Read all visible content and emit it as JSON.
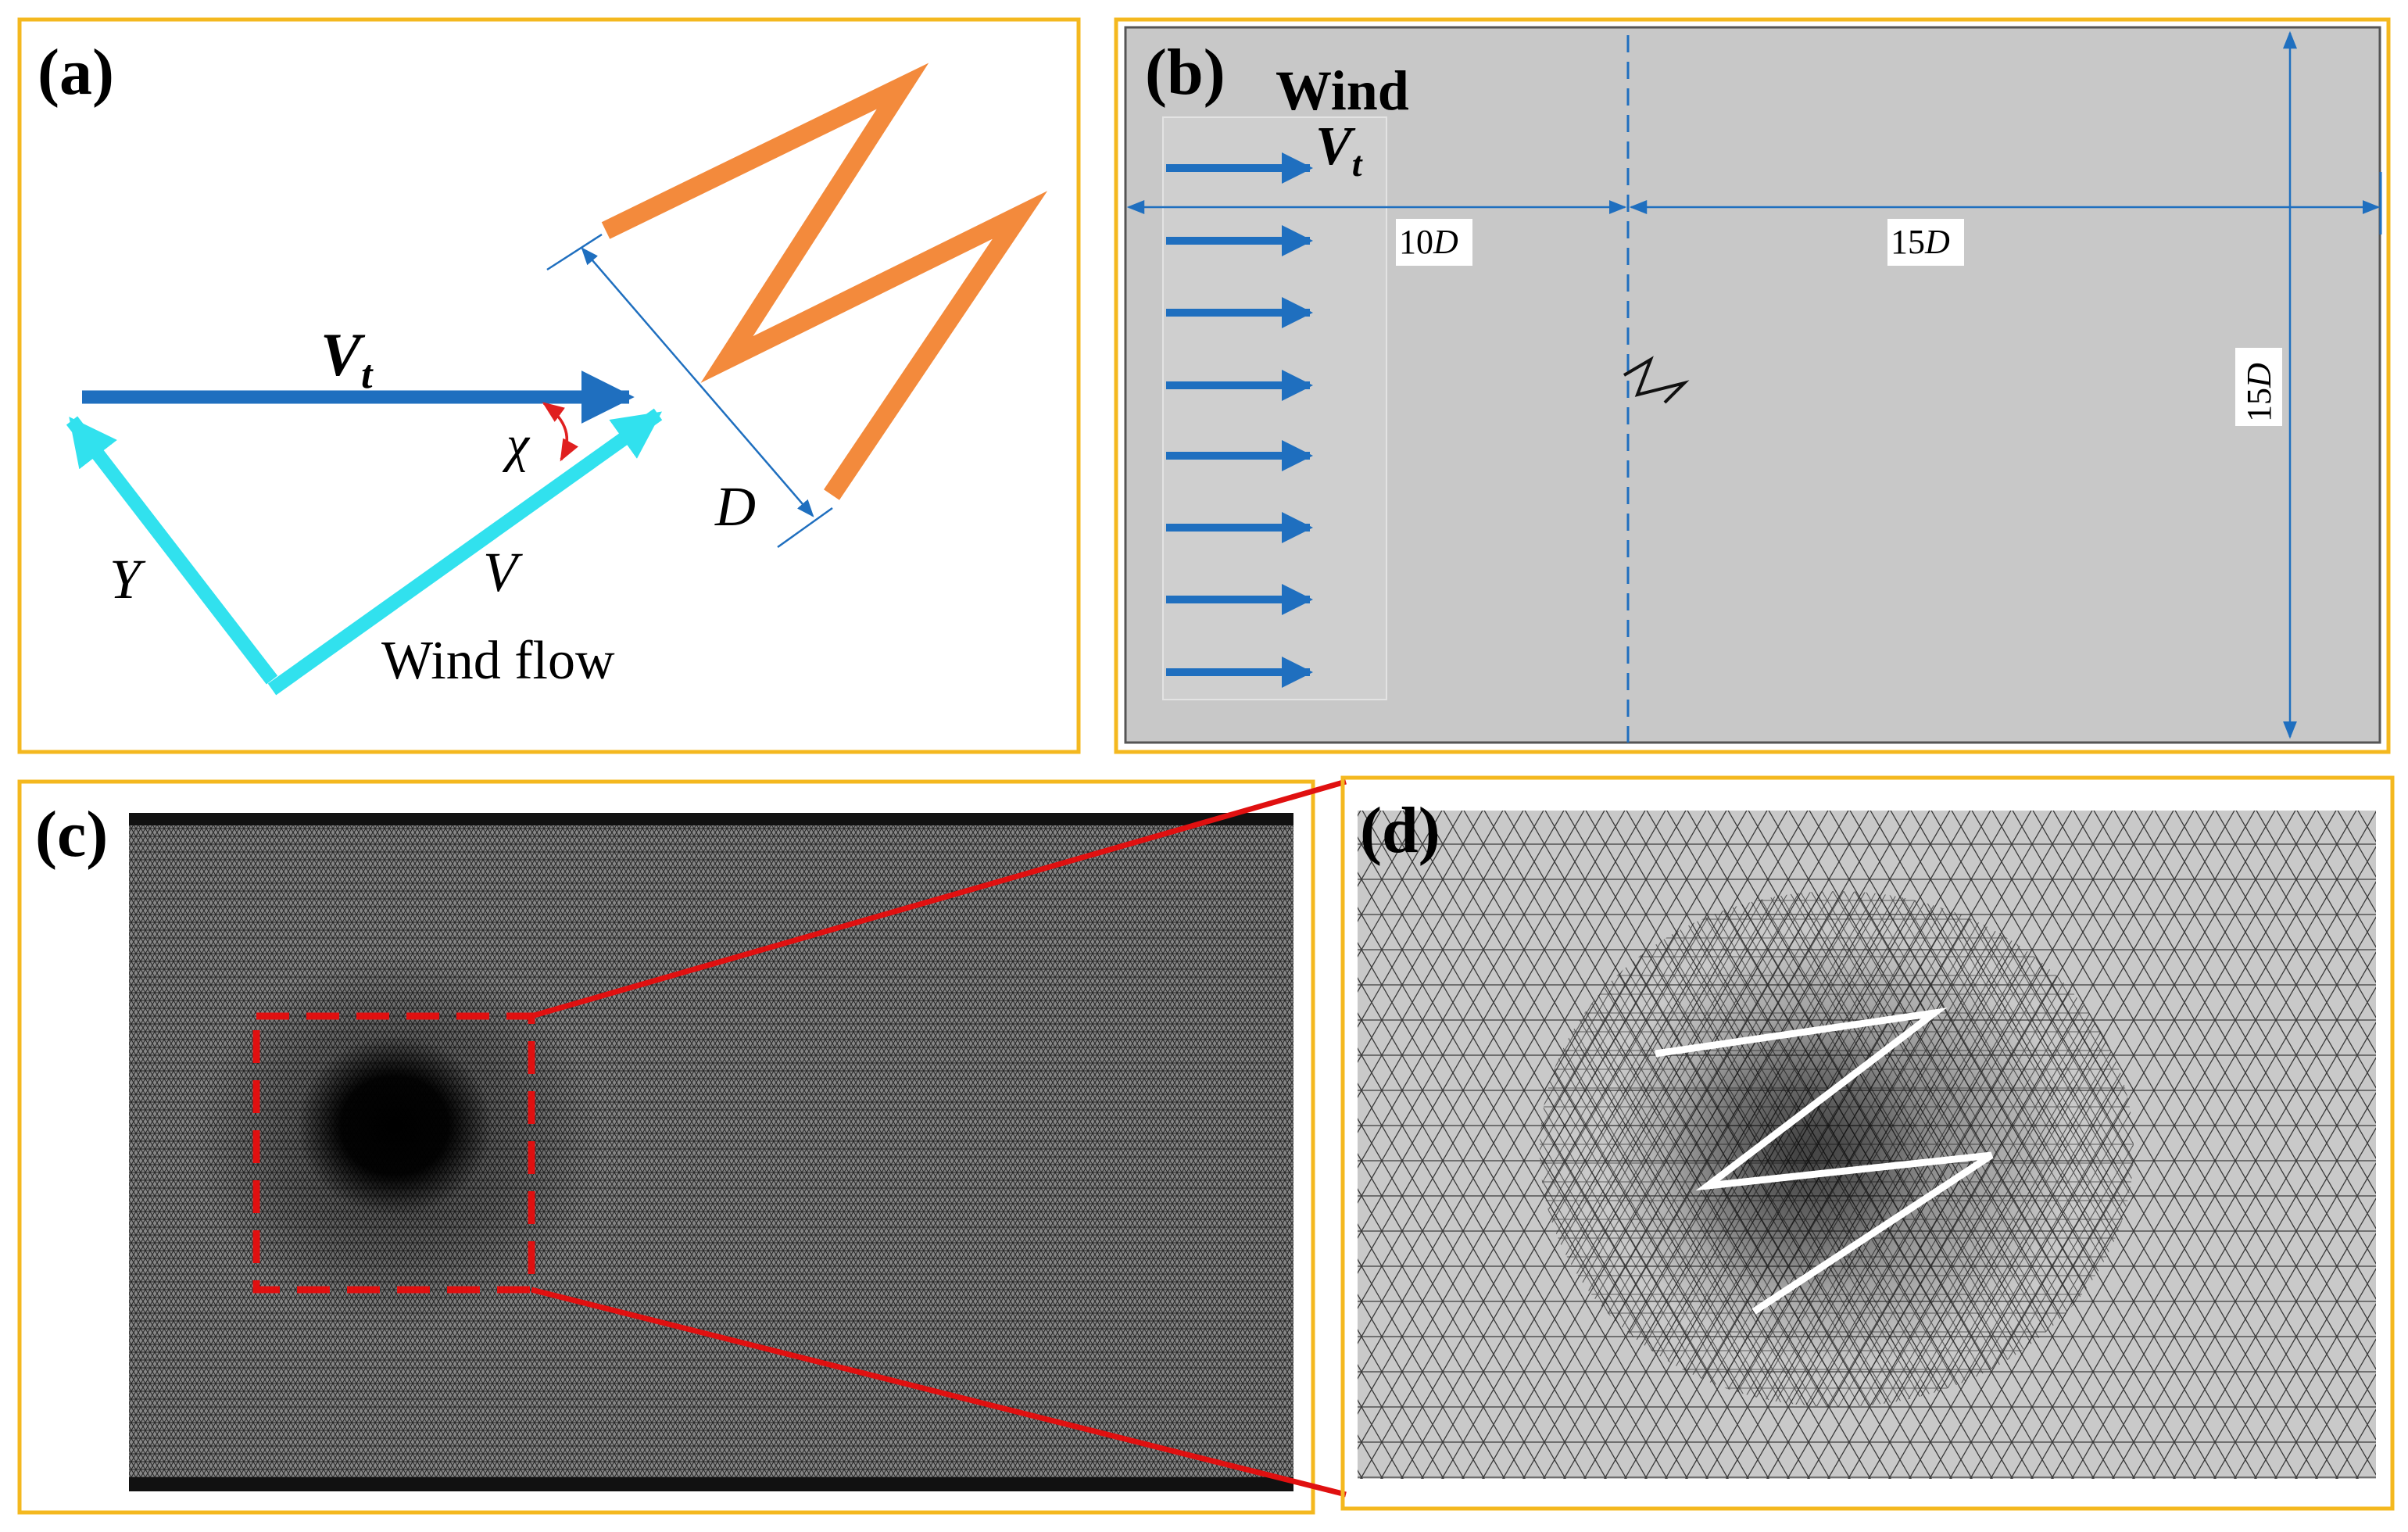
{
  "panels": {
    "a": {
      "label": "(a)",
      "vt_label": "V",
      "vt_sub": "t",
      "chi_label": "χ",
      "y_label": "Y",
      "v_label": "V",
      "d_label": "D",
      "wind_flow_label": "Wind flow"
    },
    "b": {
      "label": "(b)",
      "wind_label": "Wind",
      "vt_label": "V",
      "vt_sub": "t",
      "dim_upstream_num": "10",
      "dim_upstream_unit": "D",
      "dim_downstream_num": "15",
      "dim_downstream_unit": "D",
      "dim_height_num": "15",
      "dim_height_unit": "D"
    },
    "c": {
      "label": "(c)"
    },
    "d": {
      "label": "(d)"
    }
  },
  "colors": {
    "frame": "#f4b81f",
    "velocity_blue": "#1f6fbf",
    "cyan": "#31e1ee",
    "orange": "#f38a3c",
    "chi_arc_red": "#e02020",
    "domain_gray": "#c8c8c8",
    "zoom_red": "#e01010"
  }
}
